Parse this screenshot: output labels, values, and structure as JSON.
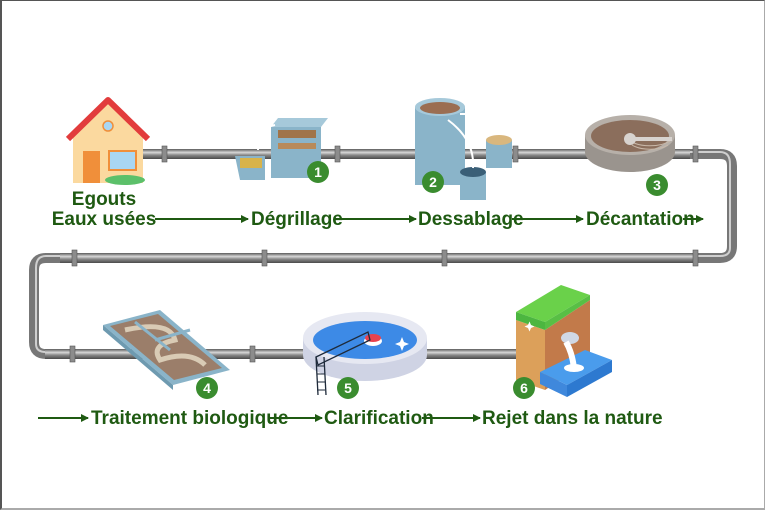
{
  "title": "Étapes du traitement des eaux usées",
  "colors": {
    "label_text": "#1f5a12",
    "badge_fill": "#3a8c2f",
    "pipe": "#6e6e6e"
  },
  "source": {
    "line1": "Egouts",
    "line2": "Eaux usées",
    "icon": "house-icon"
  },
  "steps": [
    {
      "number": "1",
      "label": "Dégrillage",
      "icon": "screening-tank-icon"
    },
    {
      "number": "2",
      "label": "Dessablage",
      "icon": "grit-chamber-icon"
    },
    {
      "number": "3",
      "label": "Décantation",
      "icon": "settling-tank-icon"
    },
    {
      "number": "4",
      "label": "Traitement biologique",
      "icon": "biological-basin-icon"
    },
    {
      "number": "5",
      "label": "Clarification",
      "icon": "clarifier-pool-icon"
    },
    {
      "number": "6",
      "label": "Rejet dans la nature",
      "icon": "river-discharge-icon"
    }
  ]
}
